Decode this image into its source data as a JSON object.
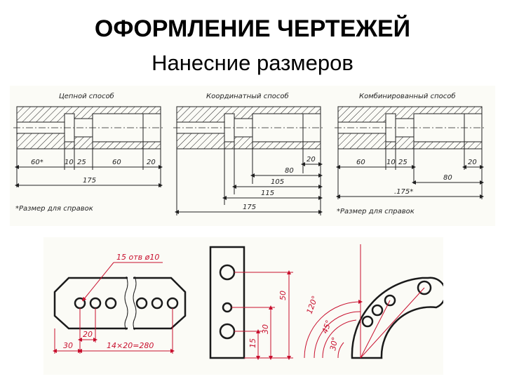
{
  "slide": {
    "title": "ОФОРМЛЕНИЕ ЧЕРТЕЖЕЙ",
    "subtitle": "Нанесние размеров"
  },
  "top_drawings": {
    "chain": {
      "label": "Цепной способ",
      "dims": [
        "60*",
        "10",
        "25",
        "60",
        "20"
      ],
      "total": "175",
      "footnote": "*Размер для справок"
    },
    "coordinate": {
      "label": "Координатный способ",
      "dims": [
        "20",
        "80",
        "105",
        "115",
        "175"
      ]
    },
    "combined": {
      "label": "Комбинированный способ",
      "dims": [
        "60",
        "10",
        "25",
        "20",
        "80"
      ],
      "total": ".175*",
      "footnote": "*Размер для справок"
    }
  },
  "bottom_drawings": {
    "plate": {
      "callout": "15 отв ø10",
      "dims": [
        "20",
        "30",
        "14×20=280"
      ]
    },
    "bar": {
      "dims": [
        "50",
        "30",
        "15"
      ]
    },
    "arc": {
      "dims": [
        "120°",
        "45°",
        "30°"
      ]
    }
  },
  "colors": {
    "ink": "#1a1a1a",
    "dimension_red": "#c8102e",
    "paper": "#fbfbf6"
  }
}
